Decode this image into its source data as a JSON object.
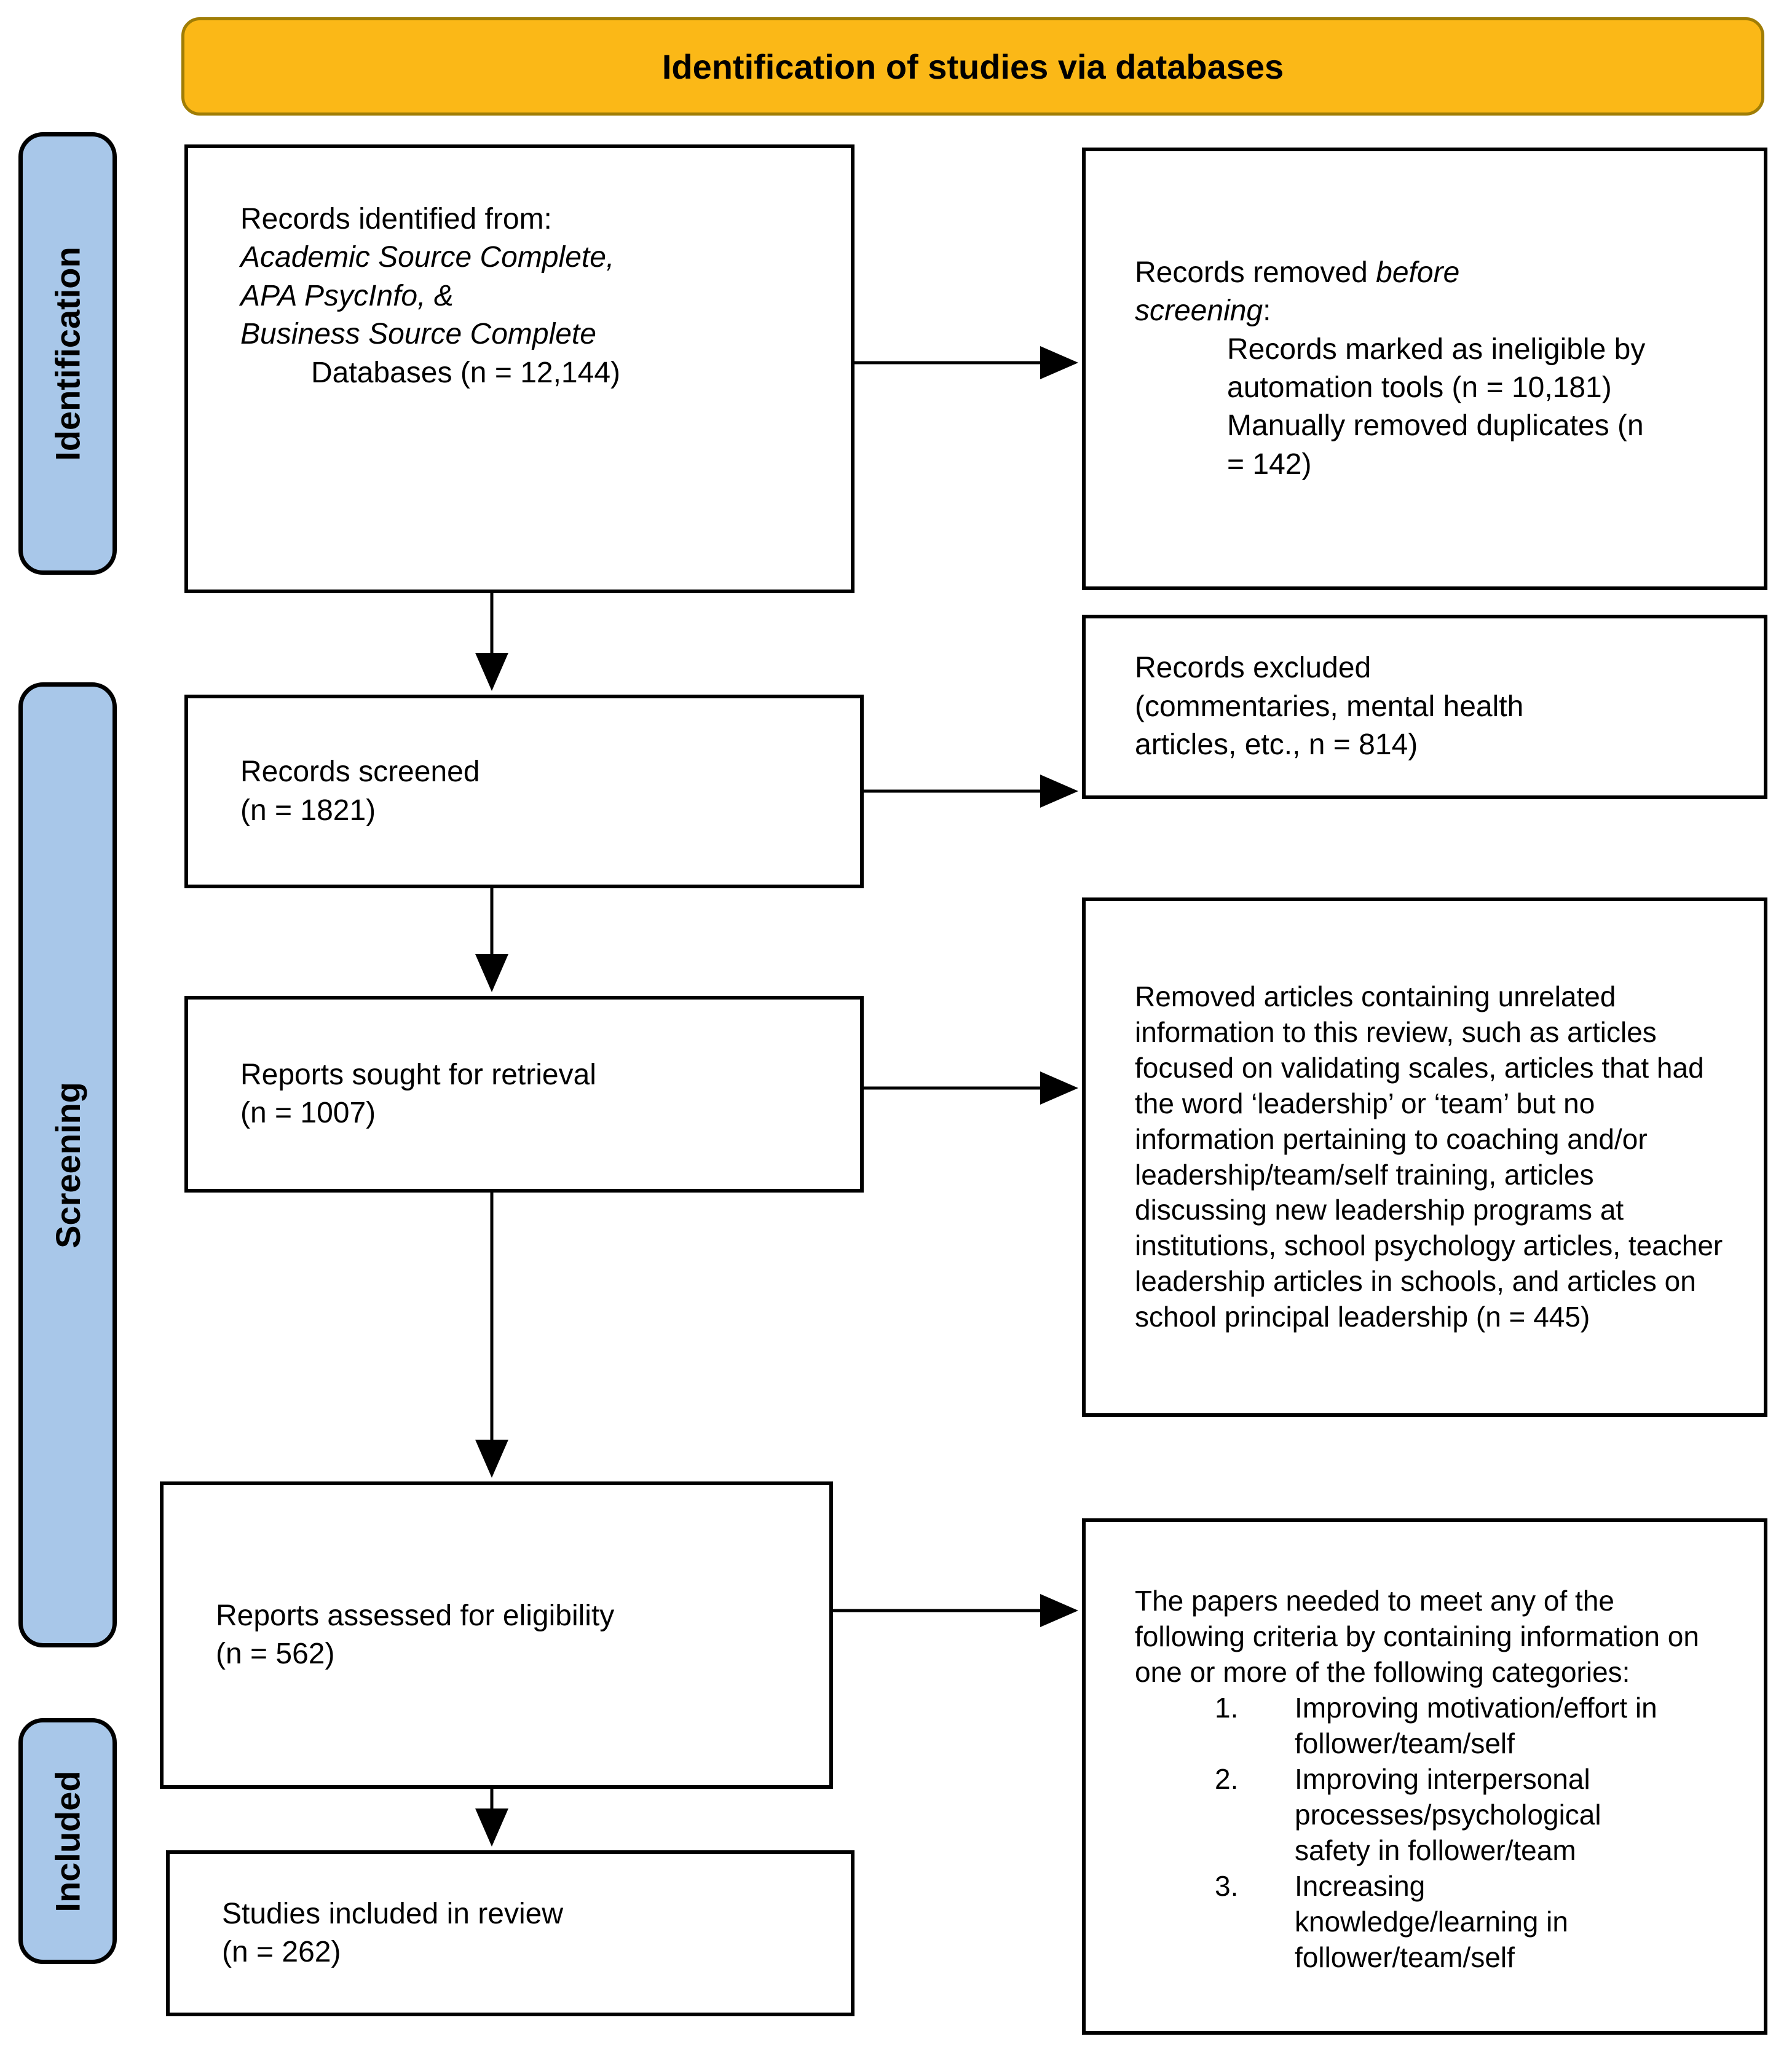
{
  "header": {
    "title": "Identification of studies via databases"
  },
  "stages": {
    "identification": "Identification",
    "screening": "Screening",
    "included": "Included"
  },
  "boxes": {
    "records_identified": {
      "intro": "Records identified from:",
      "sources": [
        "Academic Source Complete,",
        "APA PsycInfo, &",
        "Business Source Complete"
      ],
      "total": "Databases (n = 12,144)"
    },
    "records_removed": {
      "lead_normal": "Records removed ",
      "lead_italic": "before screening",
      "lead_suffix": ":",
      "items": [
        "Records marked as ineligible by automation tools (n = 10,181)",
        "Manually removed duplicates (n = 142)"
      ]
    },
    "records_screened": {
      "line1": "Records screened",
      "line2": "(n = 1821)"
    },
    "records_excluded": {
      "text": "Records excluded (commentaries, mental health articles, etc., n = 814)"
    },
    "reports_sought": {
      "line1": "Reports sought for retrieval",
      "line2": "(n = 1007)"
    },
    "removed_articles": {
      "text": "Removed articles containing unrelated information to this review, such as articles focused on validating scales, articles that had the word ‘leadership’ or ‘team’ but no information pertaining to coaching and/or leadership/team/self training, articles discussing new leadership programs at institutions, school psychology articles, teacher leadership articles in schools, and articles on school principal leadership (n = 445)"
    },
    "reports_assessed": {
      "line1": "Reports assessed for eligibility",
      "line2": "(n = 562)"
    },
    "criteria": {
      "intro": "The papers needed to meet any of the following criteria by containing information on one or more of the following categories:",
      "items": [
        {
          "num": "1.",
          "text": "Improving motivation/effort in follower/team/self"
        },
        {
          "num": "2.",
          "text": "Improving interpersonal processes/psychological safety in follower/team"
        },
        {
          "num": "3.",
          "text": "Increasing knowledge/learning in follower/team/self"
        }
      ]
    },
    "studies_included": {
      "line1": "Studies included in review",
      "line2": "(n = 262)"
    }
  },
  "connectors": [
    {
      "from": "records-identified",
      "to": "records-removed"
    },
    {
      "from": "records-identified",
      "to": "records-screened"
    },
    {
      "from": "records-screened",
      "to": "records-excluded"
    },
    {
      "from": "records-screened",
      "to": "reports-sought"
    },
    {
      "from": "reports-sought",
      "to": "removed-articles"
    },
    {
      "from": "reports-sought",
      "to": "reports-assessed"
    },
    {
      "from": "reports-assessed",
      "to": "criteria"
    },
    {
      "from": "reports-assessed",
      "to": "studies-included"
    }
  ],
  "colors": {
    "header_fill": "#FBB817",
    "header_border": "#A07D05",
    "stage_fill": "#A8C7E9",
    "box_border": "#000000",
    "text": "#000000"
  }
}
